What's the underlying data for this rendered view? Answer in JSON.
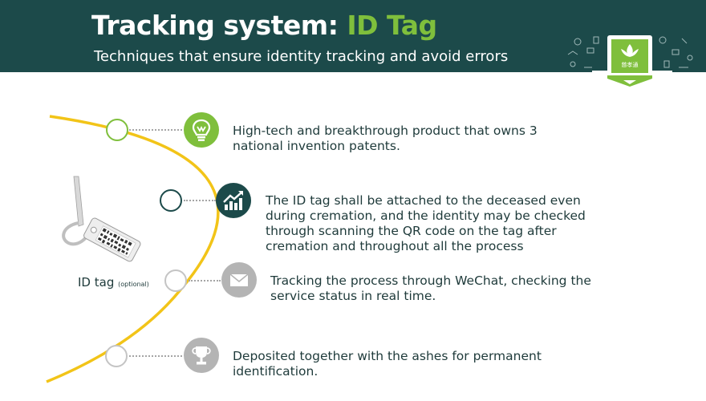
{
  "header": {
    "title_main": "Tracking system: ",
    "title_accent": "ID Tag",
    "subtitle": "Techniques that ensure identity tracking and avoid errors"
  },
  "logo": {
    "text": "慈孝通"
  },
  "colors": {
    "header_bg": "#1c4a4a",
    "accent_green": "#7fbf3c",
    "arc_yellow": "#f2c418",
    "icon_gray": "#b4b4b4"
  },
  "tag": {
    "label": "ID tag ",
    "optional": "(optional)"
  },
  "features": [
    {
      "icon": "lightbulb-icon",
      "text": "High-tech and breakthrough product that owns 3 national invention patents."
    },
    {
      "icon": "growth-chart-icon",
      "text": "The ID tag shall be attached to the deceased even during cremation, and the identity may be checked through scanning the QR code on the tag after cremation and throughout all the process"
    },
    {
      "icon": "envelope-icon",
      "text": "Tracking the process through WeChat, checking the service status in real time."
    },
    {
      "icon": "trophy-icon",
      "text": "Deposited together with the ashes for permanent identification."
    }
  ]
}
